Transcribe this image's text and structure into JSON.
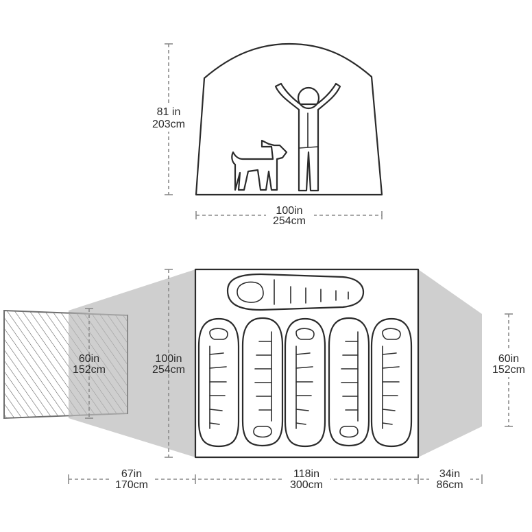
{
  "colors": {
    "line": "#2b2b2b",
    "dimension": "#8a8a8a",
    "vestibule": "#cfcfcf",
    "door": "#6e6e6e"
  },
  "side_view": {
    "height": {
      "in": "81 in",
      "cm": "203cm"
    },
    "width": {
      "in": "100in",
      "cm": "254cm"
    },
    "figures": [
      "person-icon",
      "dog-icon"
    ]
  },
  "floor_plan": {
    "left_vestibule_height": {
      "in": "60in",
      "cm": "152cm"
    },
    "floor_width": {
      "in": "100in",
      "cm": "254cm"
    },
    "right_vestibule_height": {
      "in": "60in",
      "cm": "152cm"
    },
    "left_vestibule_depth": {
      "in": "67in",
      "cm": "170cm"
    },
    "floor_length": {
      "in": "118in",
      "cm": "300cm"
    },
    "right_vestibule_depth": {
      "in": "34in",
      "cm": "86cm"
    },
    "sleeping_bags": 6
  }
}
